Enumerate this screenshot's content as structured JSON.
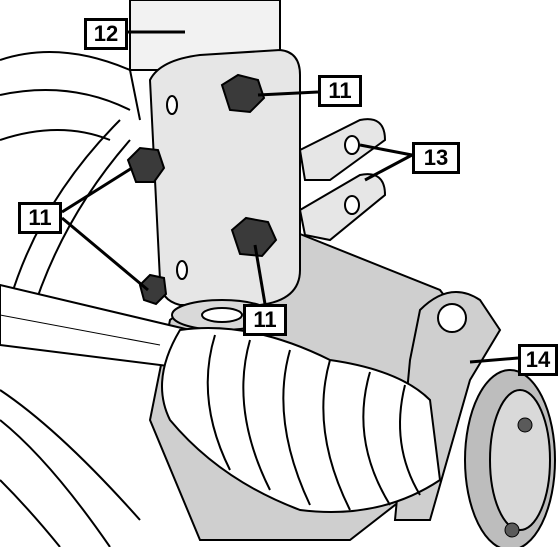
{
  "callouts": {
    "strut": "12",
    "bolt_top_right": "11",
    "brackets": "13",
    "bolts_left": "11",
    "bolt_bottom": "11",
    "knuckle_arm": "14"
  },
  "colors": {
    "line": "#000000",
    "light_fill": "#ffffff",
    "mid_gray": "#cfcfcf",
    "dark_gray": "#8a8a8a",
    "bolt": "#3a3a3a"
  }
}
